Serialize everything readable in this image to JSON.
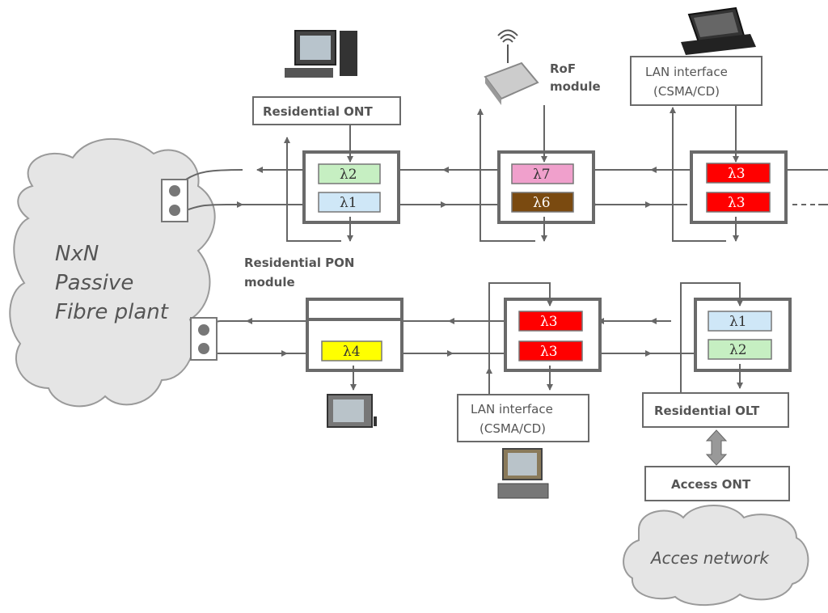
{
  "cloud_main": {
    "lines": [
      "NxN",
      "Passive",
      "Fibre plant"
    ]
  },
  "cloud_access": {
    "label": "Acces network"
  },
  "labels": {
    "residential_ont": "Residential ONT",
    "rof_module": [
      "RoF",
      "module"
    ],
    "lan_interface_top": [
      "LAN interface",
      "(CSMA/CD)"
    ],
    "residential_pon_module": [
      "Residential PON",
      "module"
    ],
    "lan_interface_bottom": [
      "LAN interface",
      "(CSMA/CD)"
    ],
    "residential_olt": "Residential OLT",
    "access_ont": "Access ONT"
  },
  "wavelengths": {
    "m1_top": "λ2",
    "m1_bottom": "λ1",
    "m2_top": "λ7",
    "m2_bottom": "λ6",
    "m3_top": "λ3",
    "m3_bottom": "λ3",
    "m4_bottom": "λ4",
    "m5_top": "λ3",
    "m5_bottom": "λ3",
    "m6_top": "λ1",
    "m6_bottom": "λ2"
  },
  "colors": {
    "green": "#c6efc2",
    "blue": "#cfe7f7",
    "pink": "#f0a0cc",
    "brown": "#7a4a10",
    "red": "#ff0000",
    "yellow": "#ffff00"
  }
}
